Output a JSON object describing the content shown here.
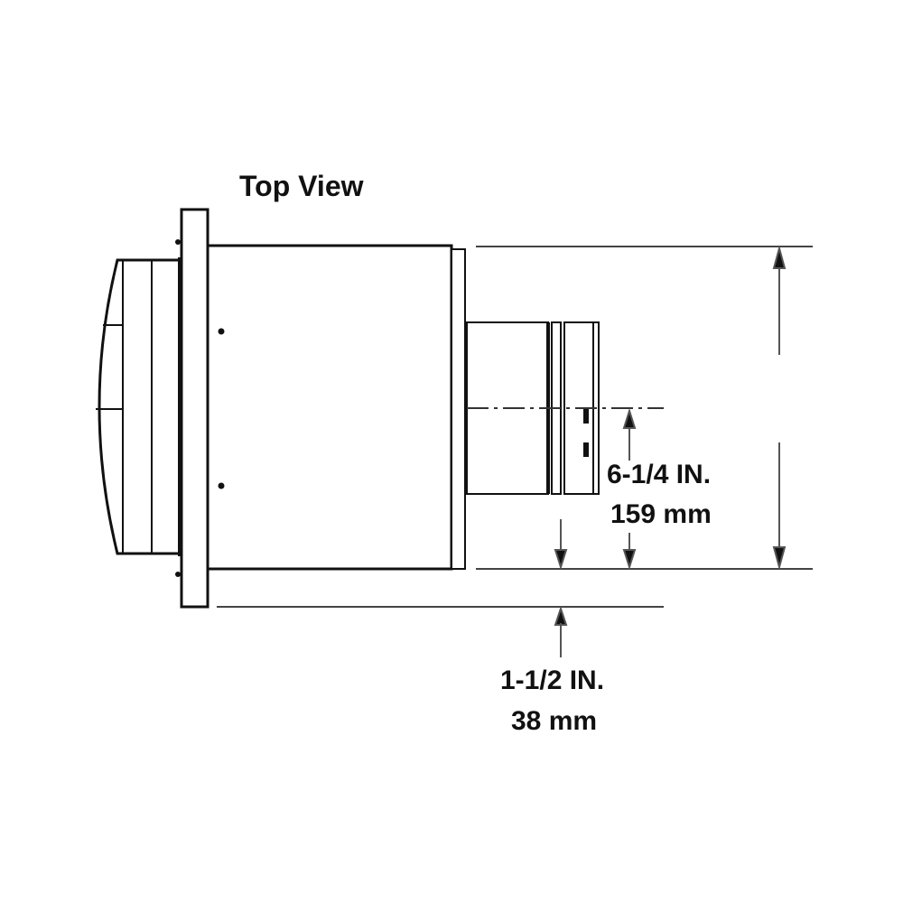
{
  "title": "Top View",
  "colors": {
    "line": "#111111",
    "dim_line": "#555555",
    "background": "#ffffff"
  },
  "dimensions": {
    "centerline_offset": {
      "imperial": "6-1/4 IN.",
      "metric": "159 mm"
    },
    "flange_offset": {
      "imperial": "1-1/2 IN.",
      "metric": "38 mm"
    }
  }
}
